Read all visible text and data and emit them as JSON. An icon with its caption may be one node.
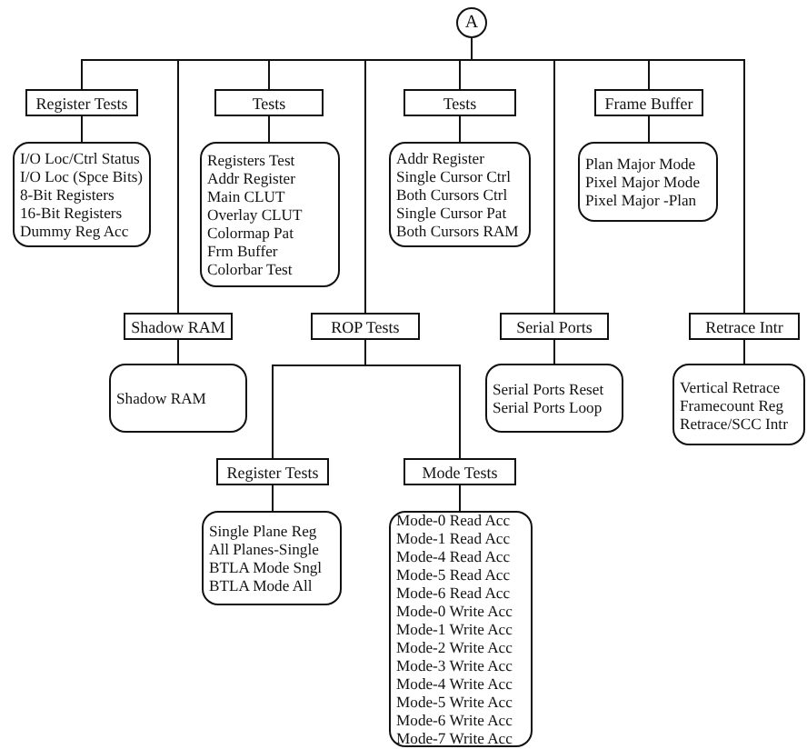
{
  "diagram": {
    "nodes": [
      {
        "text": [
          "A"
        ]
      },
      {
        "text": [
          "Register Tests"
        ]
      },
      {
        "text": [
          "I/O Loc/Ctrl Status",
          "I/O Loc (Spce Bits)",
          "8-Bit Registers",
          "16-Bit Registers",
          "Dummy Reg Acc"
        ]
      },
      {
        "text": [
          "Tests"
        ]
      },
      {
        "text": [
          "Registers Test",
          "Addr Register",
          "Main CLUT",
          "Overlay CLUT",
          "Colormap Pat",
          "Frm Buffer",
          "Colorbar Test"
        ]
      },
      {
        "text": [
          "Tests"
        ]
      },
      {
        "text": [
          "Addr Register",
          "Single Cursor Ctrl",
          "Both Cursors Ctrl",
          "Single Cursor Pat",
          "Both Cursors RAM"
        ]
      },
      {
        "text": [
          "Frame Buffer"
        ]
      },
      {
        "text": [
          "Plan Major Mode",
          "Pixel Major Mode",
          "Pixel Major -Plan"
        ]
      },
      {
        "text": [
          "Shadow RAM"
        ]
      },
      {
        "text": [
          "Shadow RAM"
        ]
      },
      {
        "text": [
          "ROP Tests"
        ]
      },
      {
        "text": [
          "Serial Ports"
        ]
      },
      {
        "text": [
          "Serial Ports Reset",
          "Serial Ports Loop"
        ]
      },
      {
        "text": [
          "Retrace Intr"
        ]
      },
      {
        "text": [
          "Vertical Retrace",
          "Framecount Reg",
          "Retrace/SCC Intr"
        ]
      },
      {
        "text": [
          "Register Tests"
        ]
      },
      {
        "text": [
          "Single Plane Reg",
          "All Planes-Single",
          "BTLA Mode Sngl",
          "BTLA Mode All"
        ]
      },
      {
        "text": [
          "Mode Tests"
        ]
      },
      {
        "text": [
          "Mode-0 Read Acc",
          "Mode-1 Read Acc",
          "Mode-4 Read Acc",
          "Mode-5 Read Acc",
          "Mode-6 Read Acc",
          "Mode-0 Write Acc",
          "Mode-1 Write Acc",
          "Mode-2 Write Acc",
          "Mode-3 Write Acc",
          "Mode-4 Write Acc",
          "Mode-5 Write Acc",
          "Mode-6 Write Acc",
          "Mode-7 Write Acc"
        ]
      }
    ],
    "edges": [
      {
        "from": 0,
        "to": 1,
        "arrow": "none"
      },
      {
        "from": 0,
        "to": 3,
        "arrow": "none"
      },
      {
        "from": 0,
        "to": 5,
        "arrow": "none"
      },
      {
        "from": 0,
        "to": 7,
        "arrow": "none"
      },
      {
        "from": 0,
        "to": 9,
        "arrow": "none"
      },
      {
        "from": 0,
        "to": 11,
        "arrow": "none"
      },
      {
        "from": 0,
        "to": 12,
        "arrow": "none"
      },
      {
        "from": 0,
        "to": 14,
        "arrow": "none"
      },
      {
        "from": 1,
        "to": 2,
        "arrow": "none"
      },
      {
        "from": 3,
        "to": 4,
        "arrow": "none"
      },
      {
        "from": 5,
        "to": 6,
        "arrow": "none"
      },
      {
        "from": 7,
        "to": 8,
        "arrow": "none"
      },
      {
        "from": 9,
        "to": 10,
        "arrow": "none"
      },
      {
        "from": 11,
        "to": 16,
        "arrow": "none"
      },
      {
        "from": 11,
        "to": 18,
        "arrow": "none"
      },
      {
        "from": 12,
        "to": 13,
        "arrow": "none"
      },
      {
        "from": 14,
        "to": 15,
        "arrow": "none"
      },
      {
        "from": 16,
        "to": 17,
        "arrow": "none"
      },
      {
        "from": 18,
        "to": 19,
        "arrow": "none"
      }
    ]
  }
}
